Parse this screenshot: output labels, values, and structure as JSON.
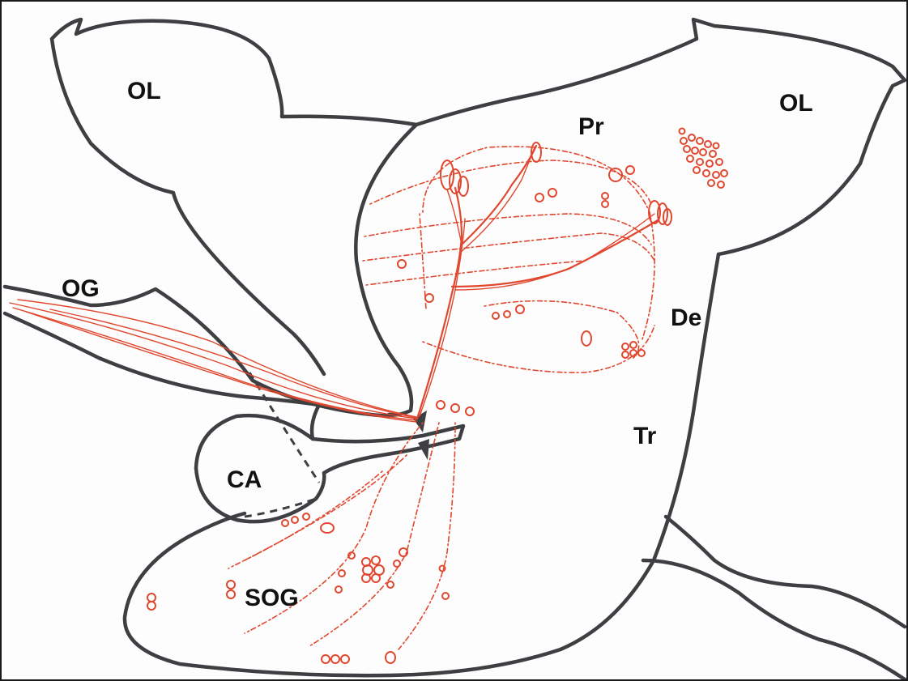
{
  "labels": {
    "ol_left": "OL",
    "ol_right": "OL",
    "pr": "Pr",
    "og": "OG",
    "de": "De",
    "tr": "Tr",
    "ca": "CA",
    "sog": "SOG"
  },
  "colors": {
    "outline": "#3d3f43",
    "neuron": "#e0472e",
    "background": "#fdfdfd"
  }
}
